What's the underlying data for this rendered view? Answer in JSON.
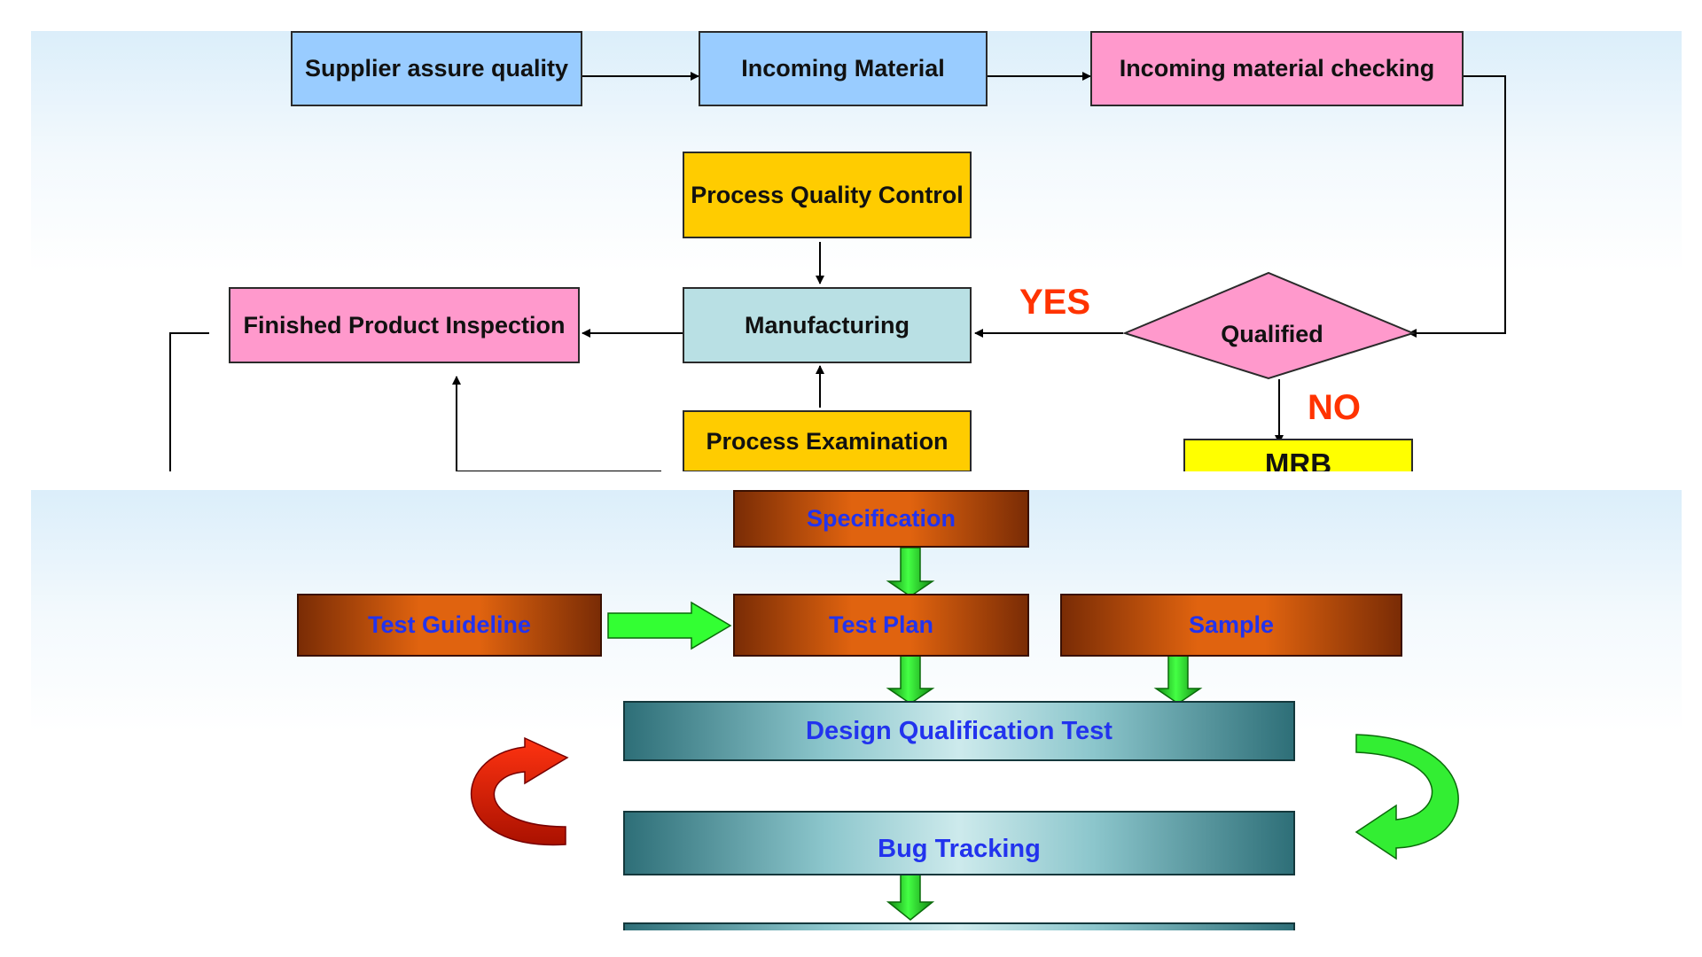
{
  "flowchart": {
    "supplier": "Supplier assure quality",
    "incoming_material": "Incoming Material",
    "incoming_checking": "Incoming material checking",
    "process_quality_control": "Process Quality Control",
    "manufacturing": "Manufacturing",
    "finished_inspection": "Finished Product Inspection",
    "qualified": "Qualified",
    "yes": "YES",
    "no": "NO",
    "mrb": "MRB",
    "process_examination": "Process Examination"
  },
  "test_flow": {
    "specification": "Specification",
    "test_guideline": "Test Guideline",
    "test_plan": "Test Plan",
    "sample": "Sample",
    "design_qualification_test": "Design Qualification Test",
    "bug_tracking": "Bug Tracking"
  },
  "colors": {
    "blue_box": "#99ccff",
    "pink_box": "#ff99cc",
    "gold_box": "#ffcc00",
    "teal_box": "#b9e0e4",
    "mrb_box": "#ffff00",
    "decision_label": "#ff3300",
    "orange_box": "#e0630f",
    "green_arrow": "#22ee22",
    "red_arrow": "#ee2200",
    "blue_text": "#2233ee"
  }
}
